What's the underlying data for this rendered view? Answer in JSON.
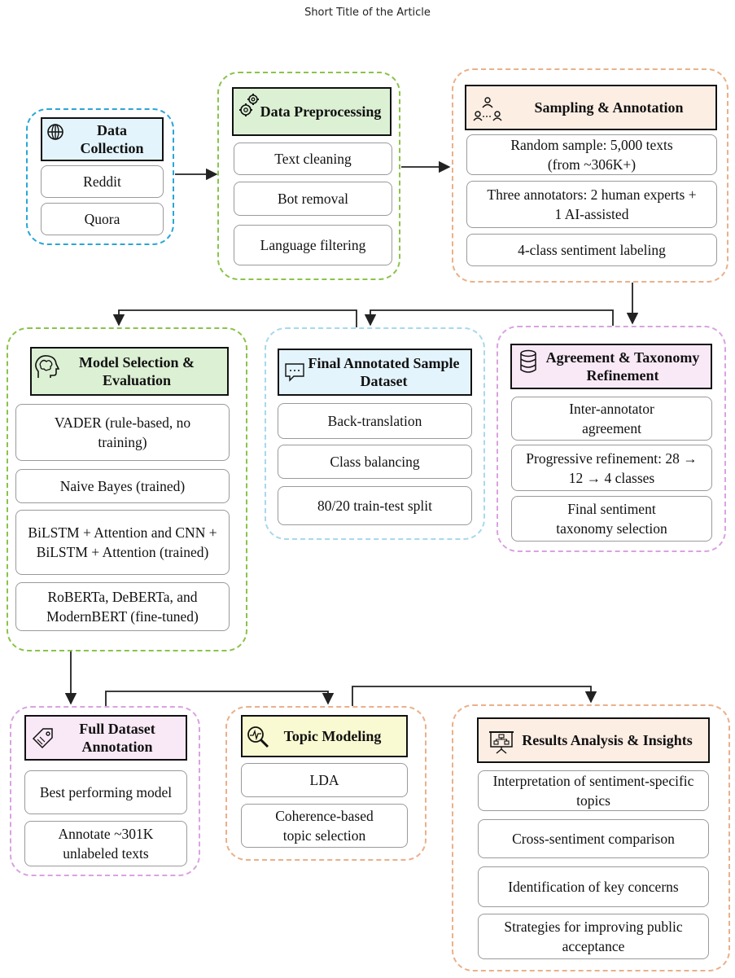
{
  "header": "Short Title of the Article",
  "colors": {
    "blue": "#2aa6d6",
    "green": "#8bc34a",
    "orange": "#eab08a",
    "purple": "#d9a3e0",
    "lightblue": "#a8d8ec",
    "green_fill": "#dcf0d4",
    "blue_fill": "#e4f4fc",
    "orange_fill": "#fdeee4",
    "purple_fill": "#f9e9f7",
    "yellow_fill": "#fafad2"
  },
  "data_collection": {
    "title": "Data Collection",
    "icon": "globe-icon",
    "items": [
      "Reddit",
      "Quora"
    ]
  },
  "data_preprocessing": {
    "title": "Data Preprocessing",
    "icon": "gears-icon",
    "items": [
      "Text cleaning",
      "Bot removal",
      "Language filtering"
    ]
  },
  "sampling": {
    "title": "Sampling & Annotation",
    "icon": "people-network-icon",
    "items": [
      "Random sample: 5,000 texts (from ~306K+)",
      "Three annotators: 2 human experts + 1 AI-assisted",
      "4-class sentiment labeling"
    ]
  },
  "agreement": {
    "title": "Agreement & Taxonomy Refinement",
    "icon": "database-icon",
    "items": [
      "Inter-annotator agreement",
      "Progressive refinement: 28 → 12 → 4 classes",
      "Final sentiment taxonomy selection"
    ]
  },
  "final_dataset": {
    "title": "Final Annotated Sample Dataset",
    "icon": "chat-bubble-icon",
    "items": [
      "Back-translation",
      "Class balancing",
      "80/20 train-test split"
    ]
  },
  "model_selection": {
    "title": "Model Selection & Evaluation",
    "icon": "brain-head-icon",
    "items": [
      "VADER (rule-based, no training)",
      "Naive Bayes (trained)",
      "BiLSTM + Attention and CNN + BiLSTM + Attention (trained)",
      "RoBERTa, DeBERTa, and ModernBERT (fine-tuned)"
    ]
  },
  "full_annotation": {
    "title": "Full Dataset Annotation",
    "icon": "tag-icon",
    "items": [
      "Best performing model",
      "Annotate ~301K unlabeled texts"
    ]
  },
  "topic_modeling": {
    "title": "Topic Modeling",
    "icon": "magnifier-icon",
    "items": [
      "LDA",
      "Coherence-based topic selection"
    ]
  },
  "results": {
    "title": "Results Analysis & Insights",
    "icon": "presentation-icon",
    "items": [
      "Interpretation of sentiment-specific topics",
      "Cross-sentiment comparison",
      "Identification of key concerns",
      "Strategies for improving public acceptance"
    ]
  }
}
